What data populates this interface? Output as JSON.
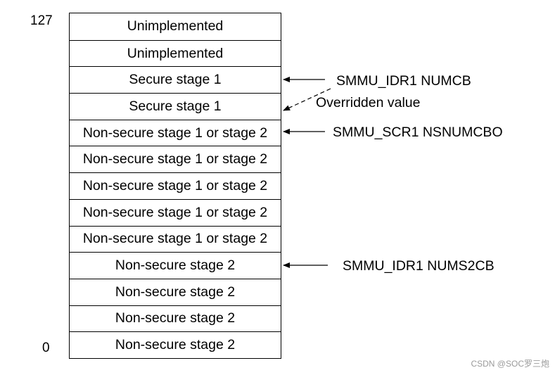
{
  "index_labels": {
    "top": "127",
    "bottom": "0"
  },
  "stack": [
    "Unimplemented",
    "Unimplemented",
    "Secure stage 1",
    "Secure stage 1",
    "Non-secure stage 1 or stage 2",
    "Non-secure stage 1 or stage 2",
    "Non-secure stage 1 or stage 2",
    "Non-secure stage 1 or stage 2",
    "Non-secure stage 1 or stage 2",
    "Non-secure stage 2",
    "Non-secure stage 2",
    "Non-secure stage 2",
    "Non-secure stage 2"
  ],
  "annotations": {
    "numcb": "SMMU_IDR1 NUMCB",
    "overridden": "Overridden value",
    "scr1": "SMMU_SCR1 NSNUMCBO",
    "nums2cb": "SMMU_IDR1 NUMS2CB"
  },
  "watermark": "CSDN @SOC罗三炮"
}
